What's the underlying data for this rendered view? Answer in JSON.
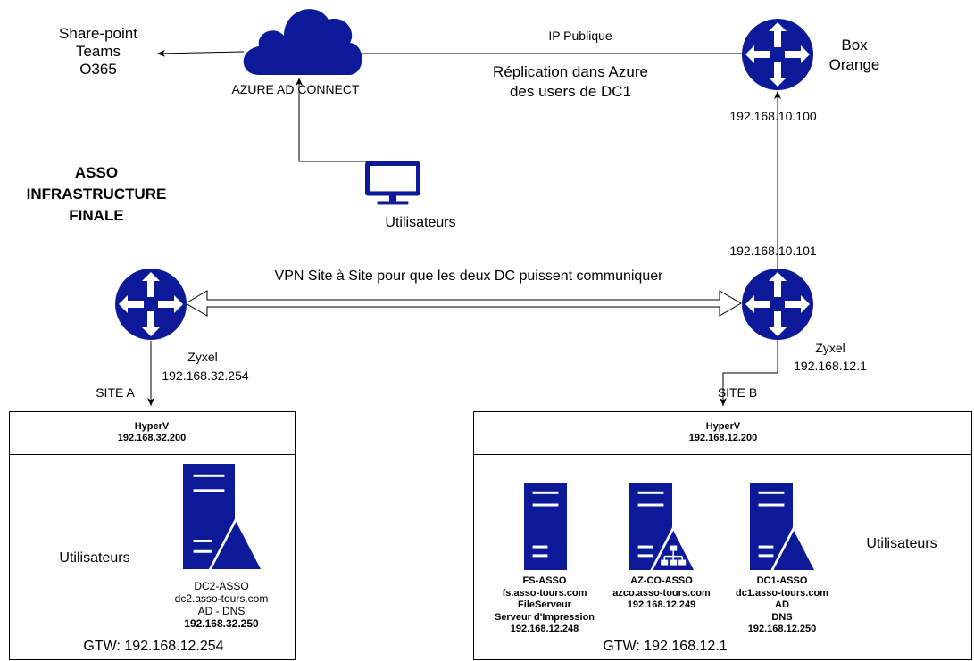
{
  "colors": {
    "icon_blue": "#0c1a99",
    "line": "#000000",
    "background": "#ffffff"
  },
  "cloud": {
    "icon": "cloud-icon",
    "label": "AZURE AD CONNECT",
    "services": [
      "Share-point",
      "Teams",
      "O365"
    ]
  },
  "title": [
    "ASSO",
    "INFRASTRUCTURE",
    "FINALE"
  ],
  "top_users": {
    "icon": "monitor-icon",
    "label": "Utilisateurs"
  },
  "links": {
    "public_ip": "IP Publique",
    "replication": [
      "Réplication dans Azure",
      "des users de DC1"
    ],
    "vpn": "VPN Site à Site pour que les deux DC puissent communiquer"
  },
  "box_orange": {
    "icon": "router-icon",
    "name": [
      "Box",
      "Orange"
    ],
    "ip": "192.168.10.100"
  },
  "router_b": {
    "icon": "router-icon",
    "wan_ip": "192.168.10.101",
    "name": "Zyxel",
    "lan_ip": "192.168.12.1"
  },
  "router_a": {
    "icon": "router-icon",
    "name": "Zyxel",
    "lan_ip": "192.168.32.254"
  },
  "site_a": {
    "label": "SITE A",
    "hyperv": {
      "name": "HyperV",
      "ip": "192.168.32.200"
    },
    "users": {
      "icon": "monitor-icon",
      "label": "Utilisateurs"
    },
    "server": {
      "icon": "server-warning-icon",
      "lines": [
        "DC2-ASSO",
        "dc2.asso-tours.com",
        "AD - DNS",
        "192.168.32.250"
      ]
    },
    "gateway": "GTW: 192.168.12.254"
  },
  "site_b": {
    "label": "SITE B",
    "hyperv": {
      "name": "HyperV",
      "ip": "192.168.12.200"
    },
    "servers": [
      {
        "icon": "server-icon",
        "lines": [
          "FS-ASSO",
          "fs.asso-tours.com",
          "FileServeur",
          "Serveur d'Impression",
          "192.168.12.248"
        ]
      },
      {
        "icon": "server-network-icon",
        "lines": [
          "AZ-CO-ASSO",
          "azco.asso-tours.com",
          "192.168.12.249"
        ]
      },
      {
        "icon": "server-warning-icon",
        "lines": [
          "DC1-ASSO",
          "dc1.asso-tours.com",
          "AD",
          "DNS",
          "192.168.12.250"
        ]
      }
    ],
    "users": {
      "icon": "monitor-icon",
      "label": "Utilisateurs"
    },
    "gateway": "GTW: 192.168.12.1"
  }
}
